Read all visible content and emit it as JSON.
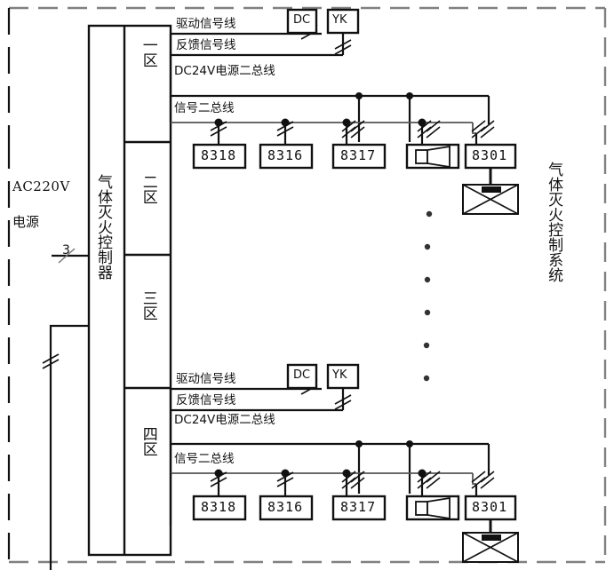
{
  "diagram": {
    "title_right": "气体灭火控制系统",
    "controller_label": "气体灭火控制器",
    "power": {
      "name": "AC220V",
      "sub": "电源",
      "wire_count": "3"
    },
    "zones": [
      {
        "id": "zone-1",
        "label": "一区"
      },
      {
        "id": "zone-2",
        "label": "二区"
      },
      {
        "id": "zone-3",
        "label": "三区"
      },
      {
        "id": "zone-4",
        "label": "四区"
      }
    ],
    "bus_labels": {
      "drive": "驱动信号线",
      "feedback": "反馈信号线",
      "power24": "DC24V电源二总线",
      "signal": "信号二总线"
    },
    "modules": [
      {
        "id": "dc-module",
        "label": "DC"
      },
      {
        "id": "yk-module",
        "label": "YK"
      }
    ],
    "devices": [
      {
        "id": "device-8318",
        "label": "8318",
        "type": "code"
      },
      {
        "id": "device-8316",
        "label": "8316",
        "type": "code"
      },
      {
        "id": "device-8317",
        "label": "8317",
        "type": "code"
      },
      {
        "id": "device-sounder",
        "label": "",
        "type": "horn"
      },
      {
        "id": "device-8301",
        "label": "8301",
        "type": "code"
      }
    ],
    "actuator": {
      "id": "solenoid-valve",
      "label": ""
    },
    "ellipsis_dots": 6,
    "colors": {
      "line": "#111111",
      "border_dash": "#808080",
      "text": "#111111",
      "background": "#ffffff"
    }
  }
}
